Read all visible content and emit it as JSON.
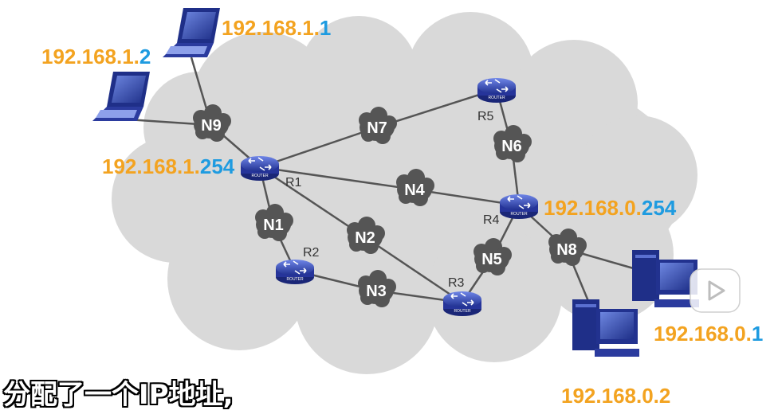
{
  "colors": {
    "orange": "#F3A320",
    "blue": "#1E9BE0",
    "cloud": "#d9d9d9",
    "router": "#3a4db0",
    "line": "#555555",
    "netcloud": "#555555"
  },
  "addresses": {
    "laptop1": {
      "net": "192.168.1.",
      "host": "1"
    },
    "laptop2": {
      "net": "192.168.1.",
      "host": "2"
    },
    "r1": {
      "net": "192.168.1.",
      "host": "254"
    },
    "r4": {
      "net": "192.168.0.",
      "host": "254"
    },
    "pc1": {
      "net": "192.168.0.",
      "host": "1"
    },
    "pc2": {
      "net": "192.168.0.",
      "host": "2"
    }
  },
  "networks": [
    "N1",
    "N2",
    "N3",
    "N4",
    "N5",
    "N6",
    "N7",
    "N8",
    "N9"
  ],
  "routers": [
    "R1",
    "R2",
    "R3",
    "R4",
    "R5"
  ],
  "router_badge": "ROUTER",
  "subtitle": "分配了一个IP地址,"
}
